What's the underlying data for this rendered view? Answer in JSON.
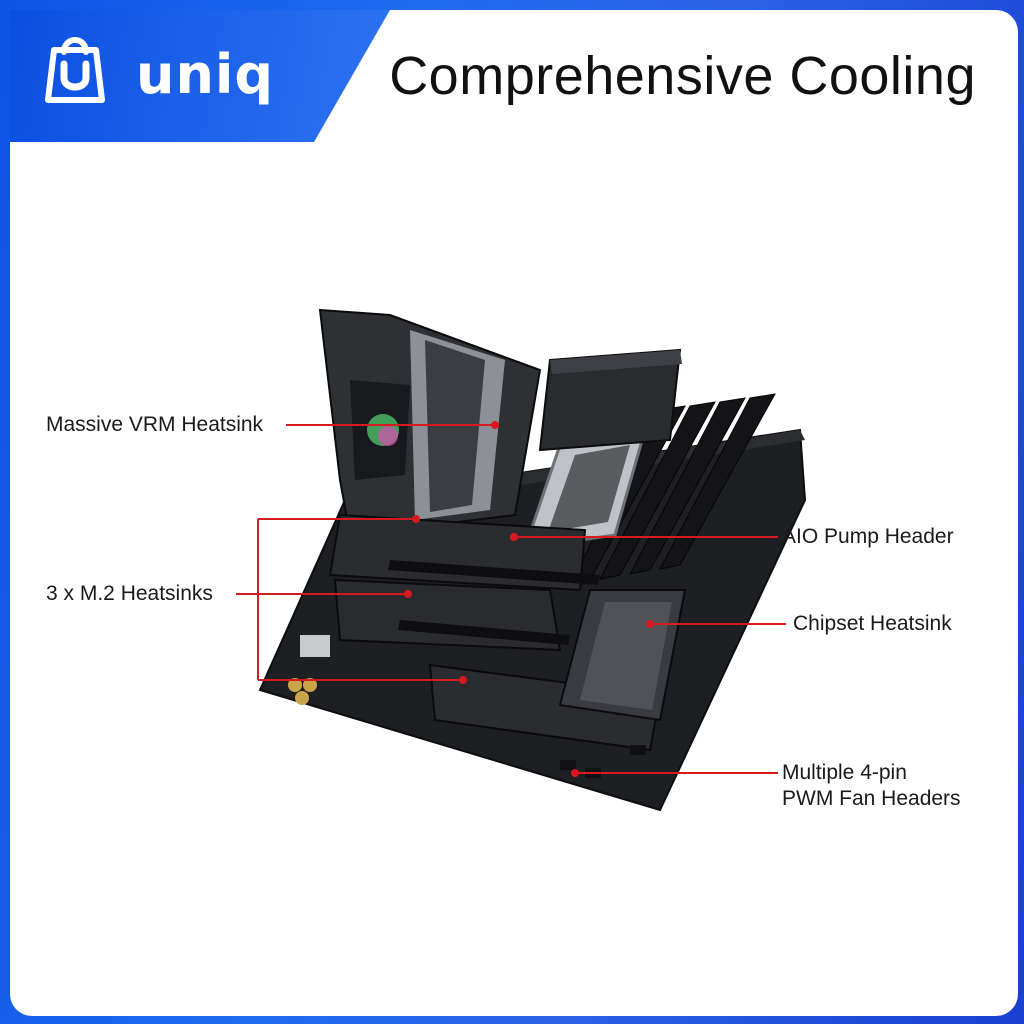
{
  "brand": {
    "name": "uniq",
    "colors": {
      "primary": "#1a5fe0",
      "accent": "#2d74f3",
      "leader_line": "#d71920"
    }
  },
  "header": {
    "title": "Comprehensive Cooling"
  },
  "product": {
    "icon": "motherboard-image"
  },
  "callouts": [
    {
      "id": "vrm",
      "lines": [
        "Massive VRM Heatsink"
      ]
    },
    {
      "id": "m2",
      "lines": [
        "3 x M.2 Heatsinks"
      ]
    },
    {
      "id": "aio",
      "lines": [
        "AIO Pump Header"
      ]
    },
    {
      "id": "chipset",
      "lines": [
        "Chipset Heatsink"
      ]
    },
    {
      "id": "fan",
      "lines": [
        "Multiple 4-pin",
        "PWM Fan Headers"
      ]
    }
  ]
}
